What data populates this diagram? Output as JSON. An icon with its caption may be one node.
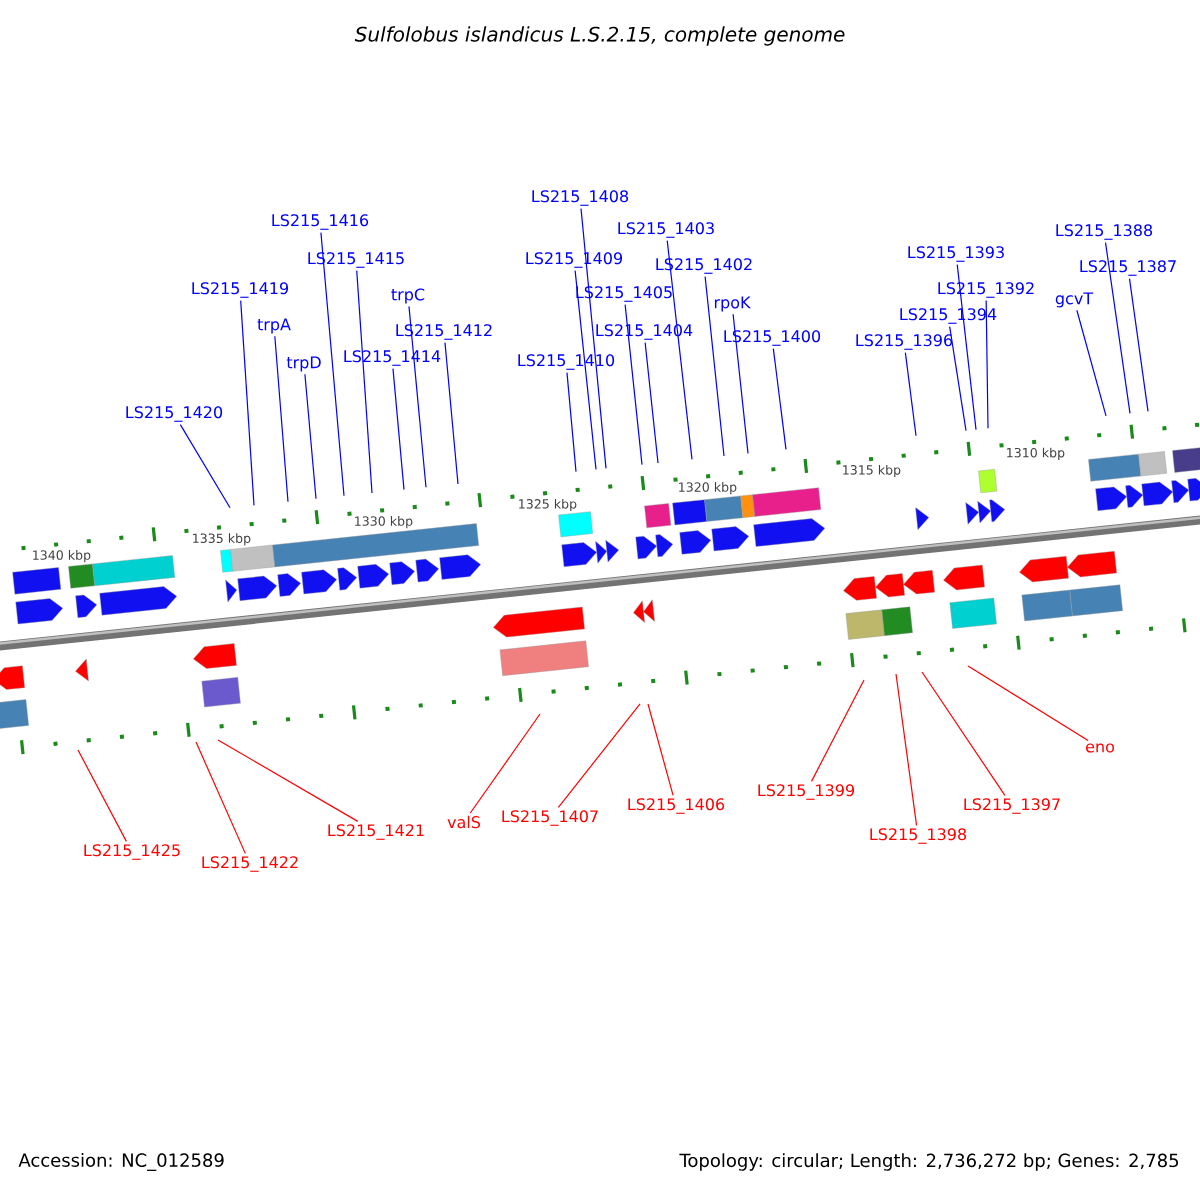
{
  "diagram": {
    "title": "Sulfolobus islandicus L.S.2.15, complete genome",
    "nodes": [
      {
        "text": [
          "LS215_1420"
        ]
      },
      {
        "text": [
          "LS215_1419"
        ]
      },
      {
        "text": [
          "trpA"
        ]
      },
      {
        "text": [
          "trpD"
        ]
      },
      {
        "text": [
          "LS215_1416"
        ]
      },
      {
        "text": [
          "LS215_1415"
        ]
      },
      {
        "text": [
          "LS215_1414"
        ]
      },
      {
        "text": [
          "trpC"
        ]
      },
      {
        "text": [
          "LS215_1412"
        ]
      },
      {
        "text": [
          "LS215_1410"
        ]
      },
      {
        "text": [
          "LS215_1409"
        ]
      },
      {
        "text": [
          "LS215_1408"
        ]
      },
      {
        "text": [
          "LS215_1405"
        ]
      },
      {
        "text": [
          "LS215_1404"
        ]
      },
      {
        "text": [
          "LS215_1403"
        ]
      },
      {
        "text": [
          "LS215_1402"
        ]
      },
      {
        "text": [
          "rpoK"
        ]
      },
      {
        "text": [
          "LS215_1400"
        ]
      },
      {
        "text": [
          "LS215_1396"
        ]
      },
      {
        "text": [
          "LS215_1394"
        ]
      },
      {
        "text": [
          "LS215_1393"
        ]
      },
      {
        "text": [
          "LS215_1392"
        ]
      },
      {
        "text": [
          "gcvT"
        ]
      },
      {
        "text": [
          "LS215_1388"
        ]
      },
      {
        "text": [
          "LS215_1387"
        ]
      },
      {
        "text": [
          "LS215_1425"
        ]
      },
      {
        "text": [
          "LS215_1422"
        ]
      },
      {
        "text": [
          "LS215_1421"
        ]
      },
      {
        "text": [
          "valS"
        ]
      },
      {
        "text": [
          "LS215_1407"
        ]
      },
      {
        "text": [
          "LS215_1406"
        ]
      },
      {
        "text": [
          "LS215_1399"
        ]
      },
      {
        "text": [
          "LS215_1398"
        ]
      },
      {
        "text": [
          "LS215_1397"
        ]
      },
      {
        "text": [
          "eno"
        ]
      }
    ],
    "edges": [
      {
        "from": 0,
        "to": null,
        "arrow": "none"
      },
      {
        "from": 1,
        "to": null,
        "arrow": "none"
      },
      {
        "from": 2,
        "to": null,
        "arrow": "none"
      },
      {
        "from": 3,
        "to": null,
        "arrow": "none"
      },
      {
        "from": 4,
        "to": null,
        "arrow": "none"
      },
      {
        "from": 5,
        "to": null,
        "arrow": "none"
      },
      {
        "from": 6,
        "to": null,
        "arrow": "none"
      },
      {
        "from": 7,
        "to": null,
        "arrow": "none"
      },
      {
        "from": 8,
        "to": null,
        "arrow": "none"
      },
      {
        "from": 9,
        "to": null,
        "arrow": "none"
      },
      {
        "from": 10,
        "to": null,
        "arrow": "none"
      },
      {
        "from": 11,
        "to": null,
        "arrow": "none"
      },
      {
        "from": 12,
        "to": null,
        "arrow": "none"
      },
      {
        "from": 13,
        "to": null,
        "arrow": "none"
      },
      {
        "from": 14,
        "to": null,
        "arrow": "none"
      },
      {
        "from": 15,
        "to": null,
        "arrow": "none"
      },
      {
        "from": 16,
        "to": null,
        "arrow": "none"
      },
      {
        "from": 17,
        "to": null,
        "arrow": "none"
      },
      {
        "from": 18,
        "to": null,
        "arrow": "none"
      },
      {
        "from": 19,
        "to": null,
        "arrow": "none"
      },
      {
        "from": 20,
        "to": null,
        "arrow": "none"
      },
      {
        "from": 21,
        "to": null,
        "arrow": "none"
      },
      {
        "from": 22,
        "to": null,
        "arrow": "none"
      },
      {
        "from": 23,
        "to": null,
        "arrow": "none"
      },
      {
        "from": 24,
        "to": null,
        "arrow": "none"
      },
      {
        "from": 25,
        "to": null,
        "arrow": "none",
        "color": "#ff0000"
      },
      {
        "from": 26,
        "to": null,
        "arrow": "none",
        "color": "#ff0000"
      },
      {
        "from": 27,
        "to": null,
        "arrow": "none",
        "color": "#ff0000"
      },
      {
        "from": 28,
        "to": null,
        "arrow": "none",
        "color": "#ff0000"
      },
      {
        "from": 29,
        "to": null,
        "arrow": "none",
        "color": "#ff0000"
      },
      {
        "from": 30,
        "to": null,
        "arrow": "none",
        "color": "#ff0000"
      },
      {
        "from": 31,
        "to": null,
        "arrow": "none",
        "color": "#ff0000"
      },
      {
        "from": 32,
        "to": null,
        "arrow": "none",
        "color": "#ff0000"
      },
      {
        "from": 33,
        "to": null,
        "arrow": "none",
        "color": "#ff0000"
      },
      {
        "from": 34,
        "to": null,
        "arrow": "none",
        "color": "#ff0000"
      }
    ],
    "labels": [
      "1340 kbp",
      "1335 kbp",
      "1330 kbp",
      "1325 kbp",
      "1320 kbp",
      "1315 kbp",
      "1310 kbp",
      "Accession: NC_012589",
      "Topology: circular; Length: 2,736,272 bp; Genes: 2,785"
    ]
  }
}
